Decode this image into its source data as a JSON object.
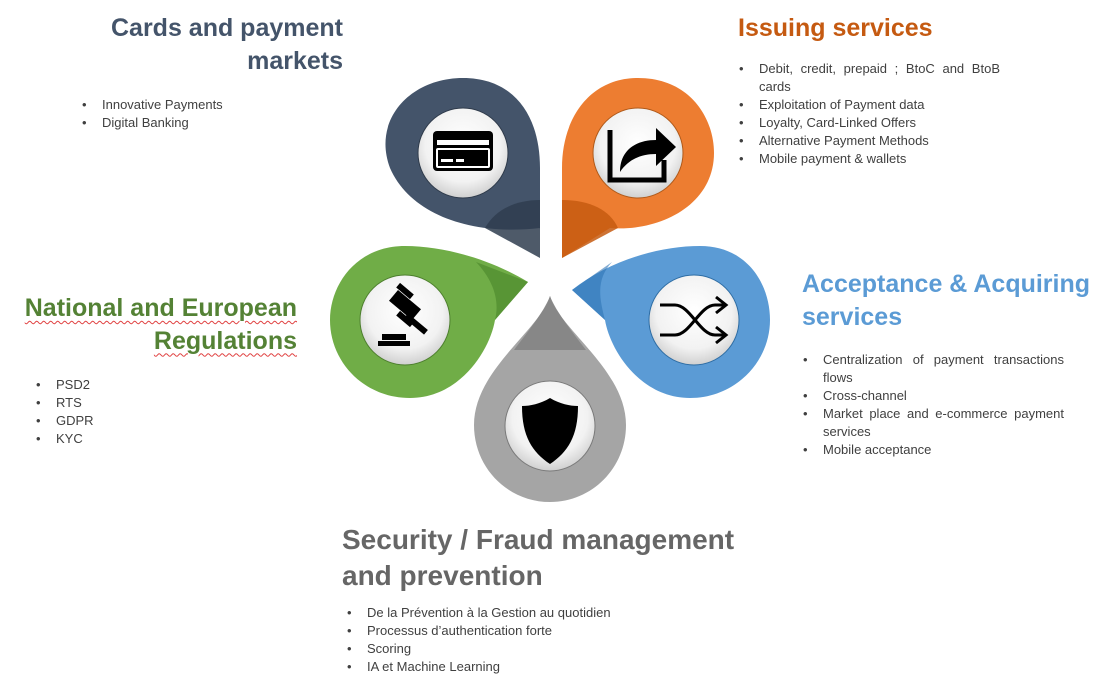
{
  "segments": [
    {
      "id": "cards",
      "title_lines": [
        "Cards and payment",
        "markets"
      ],
      "color": "#44546a",
      "icon": "credit-card-icon",
      "items": [
        "Innovative Payments",
        "Digital Banking"
      ]
    },
    {
      "id": "issuing",
      "title_lines": [
        "Issuing services"
      ],
      "color": "#ed7d31",
      "icon": "share-arrow-icon",
      "items": [
        "Debit, credit, prepaid ; BtoC and BtoB cards",
        "Exploitation of Payment data",
        "Loyalty, Card-Linked Offers",
        "Alternative Payment Methods",
        "Mobile payment & wallets"
      ]
    },
    {
      "id": "acceptance",
      "title_lines": [
        "Acceptance & Acquiring",
        "services"
      ],
      "color": "#5b9bd5",
      "icon": "shuffle-icon",
      "items": [
        "Centralization of payment transactions flows",
        "Cross-channel",
        "Market place and e-commerce payment services",
        "Mobile acceptance"
      ]
    },
    {
      "id": "security",
      "title_lines": [
        "Security / Fraud management",
        "and prevention"
      ],
      "color": "#a5a5a5",
      "icon": "shield-icon",
      "items": [
        "De la Prévention à la Gestion au quotidien",
        "Processus d’authentication forte",
        "Scoring",
        "IA et Machine Learning"
      ]
    },
    {
      "id": "regulations",
      "title_lines": [
        "National and European",
        "Regulations"
      ],
      "color": "#70ad47",
      "icon": "gavel-icon",
      "items": [
        "PSD2",
        "RTS",
        "GDPR",
        "KYC"
      ]
    }
  ]
}
